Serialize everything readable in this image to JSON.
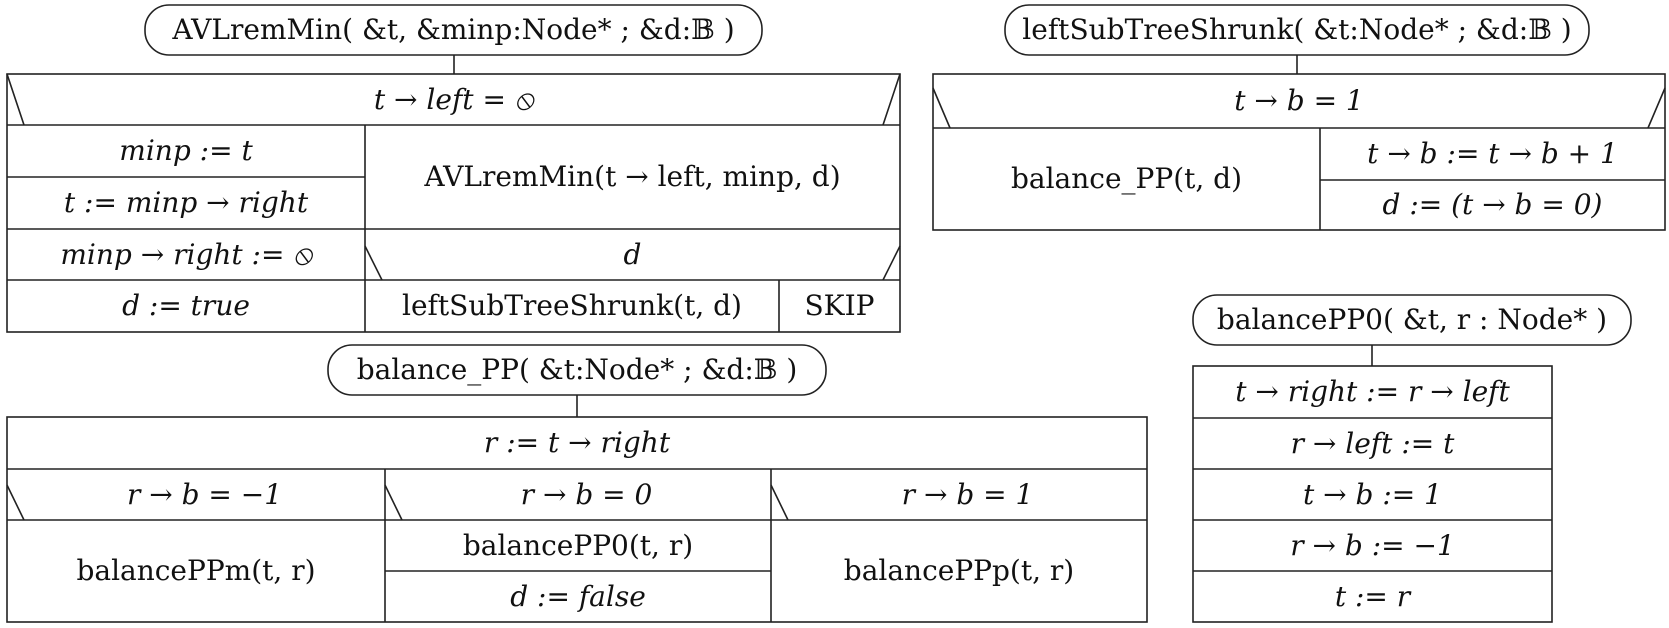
{
  "diagrams": [
    {
      "name": "AVLremMin",
      "header": "AVLremMin( &t, &minp:Node* ; &d:𝔹 )",
      "condition1": "t → left = ⦸",
      "then": [
        "minp := t",
        "t := minp → right",
        "minp → right := ⦸",
        "d := true"
      ],
      "else_call": "AVLremMin(t → left, minp, d)",
      "condition2": "d",
      "else_then": "leftSubTreeShrunk(t, d)",
      "else_else": "SKIP"
    },
    {
      "name": "leftSubTreeShrunk",
      "header": "leftSubTreeShrunk( &t:Node* ; &d:𝔹 )",
      "condition": "t → b = 1",
      "then": "balance_PP(t, d)",
      "else": [
        "t → b := t → b + 1",
        "d := (t → b = 0)"
      ]
    },
    {
      "name": "balance_PP",
      "header": "balance_PP( &t:Node* ; &d:𝔹 )",
      "first": "r := t → right",
      "cases": [
        {
          "condition": "r → b = −1",
          "body": [
            "balancePPm(t, r)"
          ]
        },
        {
          "condition": "r → b = 0",
          "body": [
            "balancePP0(t, r)",
            "d := false"
          ]
        },
        {
          "condition": "r → b = 1",
          "body": [
            "balancePPp(t, r)"
          ]
        }
      ]
    },
    {
      "name": "balancePP0",
      "header": "balancePP0( &t, r : Node* )",
      "steps": [
        "t → right := r → left",
        "r → left := t",
        "t → b := 1",
        "r → b := −1",
        "t := r"
      ]
    }
  ],
  "colors": {
    "line": "#222222",
    "background": "#ffffff"
  }
}
